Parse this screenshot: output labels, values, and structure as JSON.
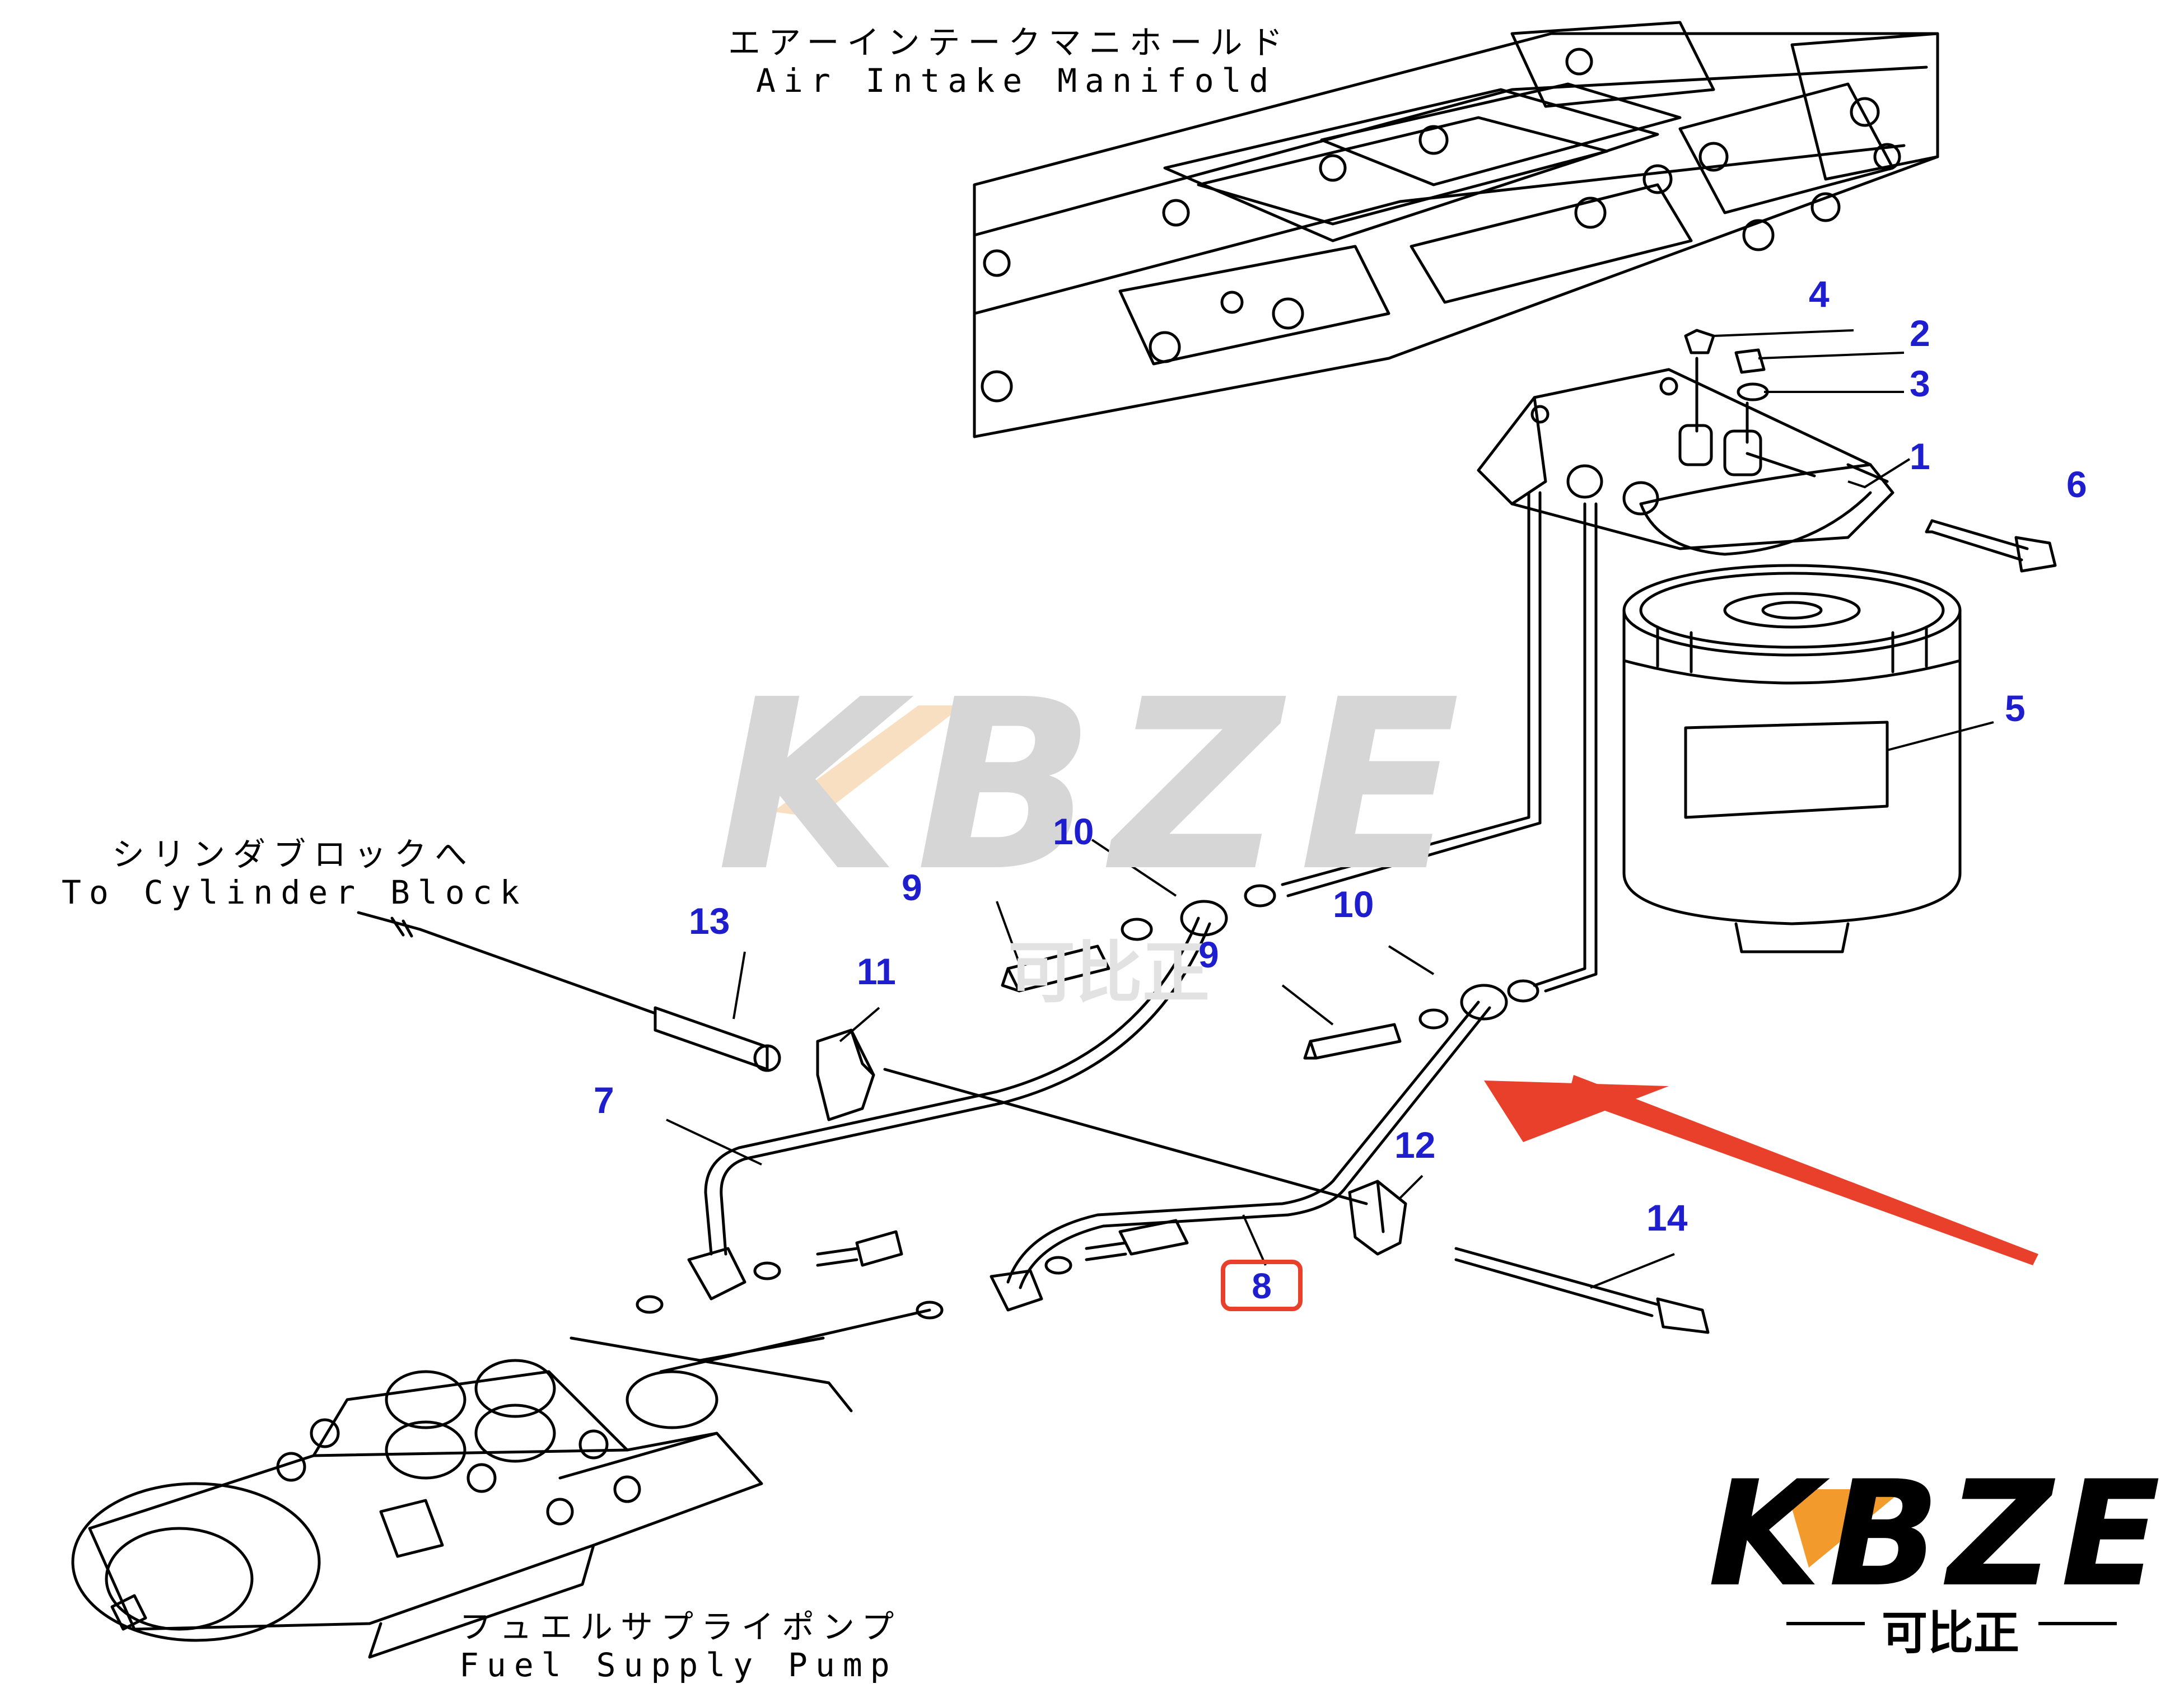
{
  "diagram": {
    "labels": {
      "air_intake_jp": "エアーインテークマニホールド",
      "air_intake_en": "Air Intake Manifold",
      "cylinder_jp": "シリンダブロックへ",
      "cylinder_en": "To Cylinder Block",
      "pump_jp": "フュエルサプライポンプ",
      "pump_en": "Fuel Supply Pump"
    },
    "part_numbers": [
      "1",
      "2",
      "3",
      "4",
      "5",
      "6",
      "7",
      "9",
      "9",
      "10",
      "10",
      "11",
      "12",
      "13",
      "14"
    ],
    "highlighted_part": "8",
    "colors": {
      "part_number": "#1e1ecf",
      "highlight_box": "#e8402a",
      "arrow": "#e8402a",
      "line_art": "#000000",
      "watermark": "#d6d6d6",
      "logo_accent": "#f39a2d"
    }
  },
  "watermark": {
    "brand": "KBZE",
    "cn": "可比正"
  },
  "logo": {
    "brand": "KBZE",
    "cn": "可比正"
  }
}
